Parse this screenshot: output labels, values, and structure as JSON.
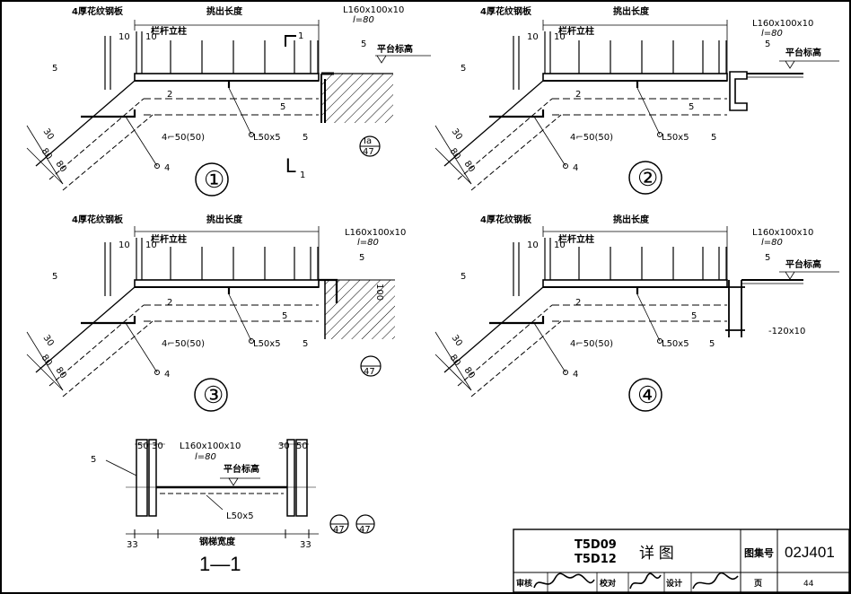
{
  "labels": {
    "plate": "4厚花纹钢板",
    "length": "挑出长度",
    "post": "栏杆立柱",
    "steel_top": "L160x100x10",
    "l80": "l=80",
    "platform": "平台标高",
    "weld_main": "4⌐50(50)",
    "angle": "L50x5",
    "num_10": "10",
    "num_5": "5",
    "num_4": "4",
    "num_2": "2",
    "num_30": "30",
    "num_80": "80",
    "num_100": "100",
    "plate_120": "-120x10",
    "num_47": "47",
    "num_50": "50",
    "num_33": "33",
    "width": "钢梯宽度",
    "section_L": "L",
    "section_sub": "1",
    "section_title": "1—1"
  },
  "details": [
    {
      "number": "①"
    },
    {
      "number": "②"
    },
    {
      "number": "③"
    },
    {
      "number": "④"
    }
  ],
  "title_block": {
    "codes_line1": "T5D09",
    "codes_line2": "T5D12",
    "title": "详  图",
    "atlas_label": "图集号",
    "atlas_no": "02J401",
    "review": "审核",
    "check": "校对",
    "design": "设计",
    "page_label": "页",
    "page_no": "44"
  }
}
